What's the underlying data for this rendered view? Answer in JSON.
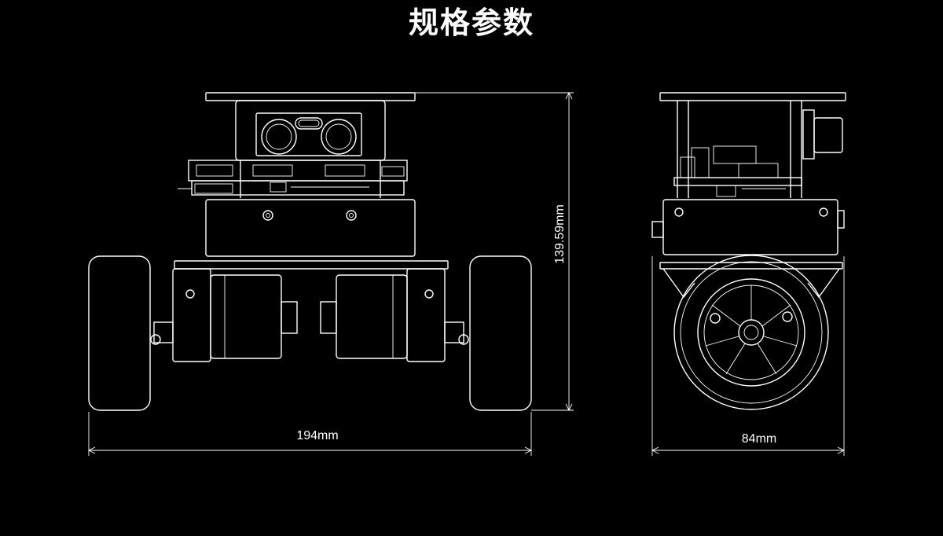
{
  "page": {
    "title": "规格参数",
    "colors": {
      "background": "#000000",
      "line": "#ffffff"
    }
  },
  "dimensions": {
    "width": "194mm",
    "height": "139.59mm",
    "depth": "84mm"
  }
}
